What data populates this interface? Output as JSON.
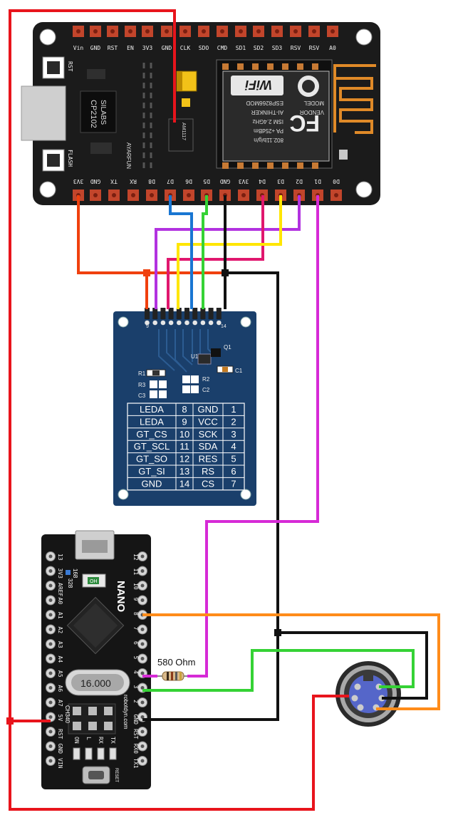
{
  "esp_board": {
    "top_pins": [
      "Vin",
      "GND",
      "RST",
      "EN",
      "3V3",
      "GND",
      "CLK",
      "SDO",
      "CMD",
      "SD1",
      "SD2",
      "SD3",
      "RSV",
      "RSV",
      "A0"
    ],
    "bottom_pins": [
      "3V3",
      "GND",
      "TX",
      "RX",
      "D8",
      "D7",
      "D6",
      "D5",
      "GND",
      "3V3",
      "D4",
      "D3",
      "D2",
      "D1",
      "D0"
    ],
    "rst_label": "RST",
    "flash_label": "FLASH",
    "usb_chip": "CP2102",
    "usb_chip_brand": "SILABS",
    "regulator": "AM1117",
    "logo": "AYARFUN",
    "module": {
      "model_label": "MODEL",
      "model": "ESP8266MOD",
      "vendor_label": "VENDOR",
      "vendor": "AI-THINKER",
      "ism": "ISM 2.4GHz",
      "pa": "PA +25dBm",
      "wifi_std": "802.11b/g/n",
      "fcc": "FC",
      "wifi": "WiFi"
    }
  },
  "display_board": {
    "pin_first": "9",
    "pin_last": "14",
    "parts": [
      "U1",
      "Q1",
      "C1",
      "R1",
      "R2",
      "R3",
      "C2",
      "C3"
    ],
    "table": [
      [
        "LEDA",
        "8",
        "GND",
        "1"
      ],
      [
        "LEDA",
        "9",
        "VCC",
        "2"
      ],
      [
        "GT_CS",
        "10",
        "SCK",
        "3"
      ],
      [
        "GT_SCL",
        "11",
        "SDA",
        "4"
      ],
      [
        "GT_SO",
        "12",
        "RES",
        "5"
      ],
      [
        "GT_SI",
        "13",
        "RS",
        "6"
      ],
      [
        "GND",
        "14",
        "CS",
        "7"
      ]
    ]
  },
  "nano_board": {
    "name": "NANO",
    "left_pins": [
      "13",
      "3V3",
      "AREF",
      "A0",
      "A1",
      "A2",
      "A3",
      "A4",
      "A5",
      "A6",
      "A7",
      "5V",
      "RST",
      "GND",
      "VIN"
    ],
    "right_pins": [
      "12",
      "11",
      "10",
      "9",
      "8",
      "7",
      "6",
      "5",
      "4",
      "3",
      "2",
      "GND",
      "RST",
      "RX0",
      "TX1"
    ],
    "mark_168": "168",
    "mark_328": "328",
    "crystal": "16.000",
    "regulator": "CH340",
    "leds": [
      "ON",
      "L",
      "RX",
      "TX"
    ],
    "site": "robotdyn.com",
    "reset_label": "RESET",
    "oh_label": "OH"
  },
  "resistor": {
    "label": "580 Ohm"
  },
  "colors": {
    "red": "#e8141c",
    "orange_red": "#f0400e",
    "purple": "#b232e0",
    "blue": "#1976d2",
    "green": "#35d235",
    "yellow": "#ffe600",
    "crimson": "#e0176e",
    "magenta": "#d62ad6",
    "black": "#111111",
    "orange": "#ff8c1a"
  }
}
